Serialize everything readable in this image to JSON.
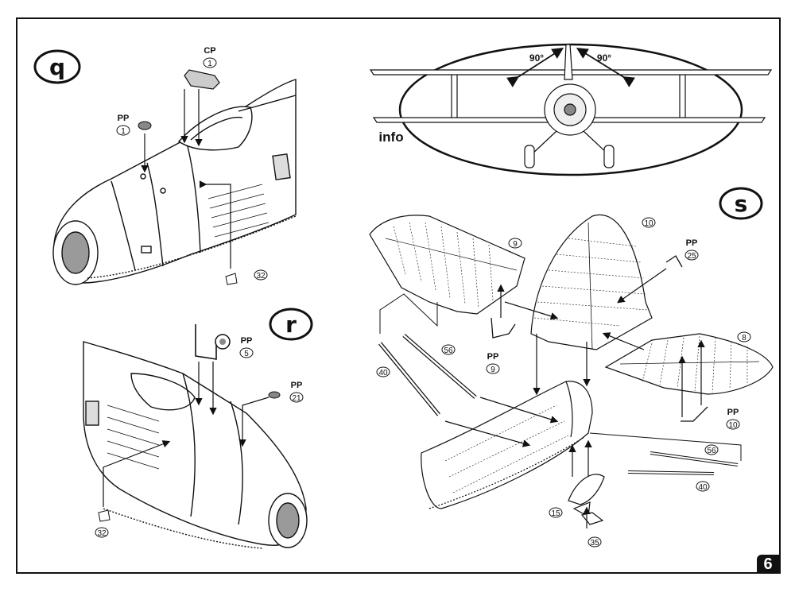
{
  "steps": {
    "q": "q",
    "r": "r",
    "s": "s"
  },
  "info": {
    "label": "info",
    "angle_left": "90°",
    "angle_right": "90°"
  },
  "callouts": {
    "q_cp": {
      "code": "CP",
      "num": "1"
    },
    "q_pp": {
      "code": "PP",
      "num": "1"
    },
    "q_part32": {
      "num": "32"
    },
    "r_pp5": {
      "code": "PP",
      "num": "5"
    },
    "r_pp21": {
      "code": "PP",
      "num": "21"
    },
    "r_part32": {
      "num": "32"
    },
    "s_part9": {
      "num": "9"
    },
    "s_part10": {
      "num": "10"
    },
    "s_pp25": {
      "code": "PP",
      "num": "25"
    },
    "s_part8": {
      "num": "8"
    },
    "s_pp9": {
      "code": "PP",
      "num": "9"
    },
    "s_part56a": {
      "num": "56"
    },
    "s_part40a": {
      "num": "40"
    },
    "s_pp10": {
      "code": "PP",
      "num": "10"
    },
    "s_part56b": {
      "num": "56"
    },
    "s_part40b": {
      "num": "40"
    },
    "s_part15": {
      "num": "15"
    },
    "s_part35": {
      "num": "35"
    }
  },
  "page_number": "6"
}
